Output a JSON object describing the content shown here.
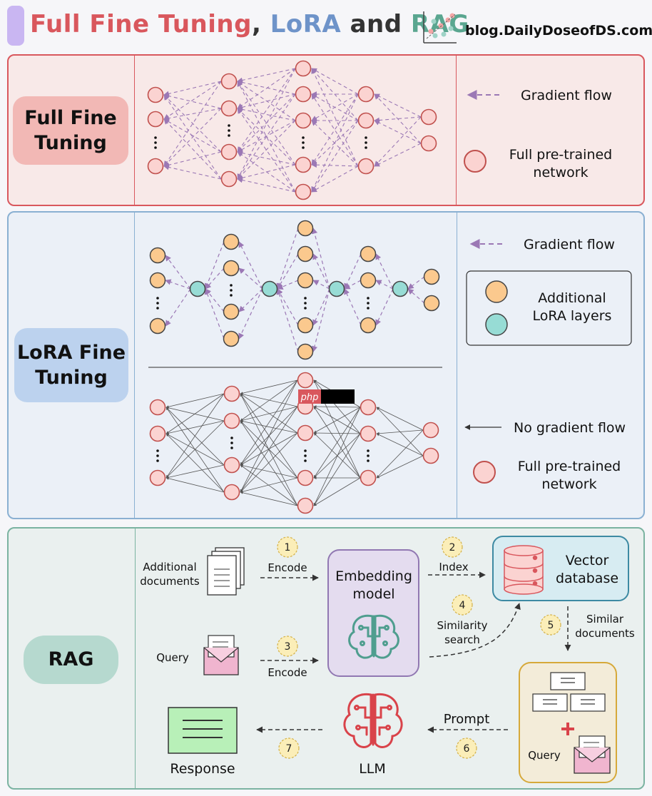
{
  "header": {
    "title_part1": "Full Fine Tuning",
    "title_sep": ",",
    "title_part2": "LoRA",
    "title_part3": "and",
    "title_part4": "RAG",
    "site": "blog.DailyDoseofDS.com"
  },
  "full_ft": {
    "label_line1": "Full Fine",
    "label_line2": "Tuning",
    "legend_gradient": "Gradient flow",
    "legend_network_line1": "Full pre-trained",
    "legend_network_line2": "network"
  },
  "lora": {
    "label_line1": "LoRA Fine",
    "label_line2": "Tuning",
    "legend_gradient": "Gradient flow",
    "legend_lora_line1": "Additional",
    "legend_lora_line2": "LoRA layers",
    "legend_no_gradient": "No gradient flow",
    "legend_network_line1": "Full pre-trained",
    "legend_network_line2": "network",
    "watermark": "php"
  },
  "rag": {
    "label": "RAG",
    "additional_docs_line1": "Additional",
    "additional_docs_line2": "documents",
    "query": "Query",
    "encode_1": "Encode",
    "encode_2": "Encode",
    "embedding_line1": "Embedding",
    "embedding_line2": "model",
    "index": "Index",
    "similarity_line1": "Similarity",
    "similarity_line2": "search",
    "vector_line1": "Vector",
    "vector_line2": "database",
    "similar_line1": "Similar",
    "similar_line2": "documents",
    "prompt_query": "Query",
    "prompt": "Prompt",
    "llm": "LLM",
    "response": "Response",
    "steps": [
      "1",
      "2",
      "3",
      "4",
      "5",
      "6",
      "7"
    ]
  },
  "colors": {
    "red": "#d9575d",
    "blue": "#6e93c9",
    "green": "#5aa690",
    "node_pink": "#fbd3d1",
    "node_orange": "#fbc98e",
    "node_teal": "#97dcd5",
    "arrow_purple": "#9b78b5"
  }
}
